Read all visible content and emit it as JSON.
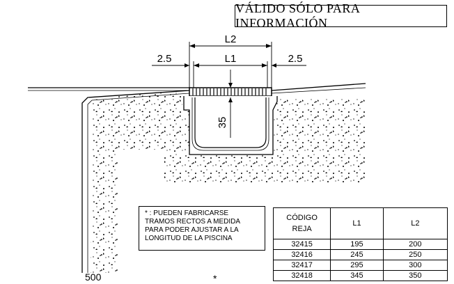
{
  "banner": {
    "text": "VÁLIDO SÓLO PARA INFORMACIÓN"
  },
  "dimensions": {
    "l2": "L2",
    "l1": "L1",
    "left_margin": "2.5",
    "right_margin": "2.5",
    "depth": "35"
  },
  "note": {
    "lines": [
      "* : PUEDEN FABRICARSE",
      "TRAMOS RECTOS A MEDIDA",
      "PARA PODER AJUSTAR A LA",
      "LONGITUD DE LA PISCINA"
    ]
  },
  "table": {
    "headers": [
      "CÓDIGO REJA",
      "L1",
      "L2"
    ],
    "rows": [
      [
        "32415",
        "195",
        "200"
      ],
      [
        "32416",
        "245",
        "250"
      ],
      [
        "32417",
        "295",
        "300"
      ],
      [
        "32418",
        "345",
        "350"
      ]
    ]
  },
  "footer": {
    "partial_number": "500",
    "asterisk": "*"
  },
  "colors": {
    "ink": "#000000",
    "background": "#ffffff"
  }
}
